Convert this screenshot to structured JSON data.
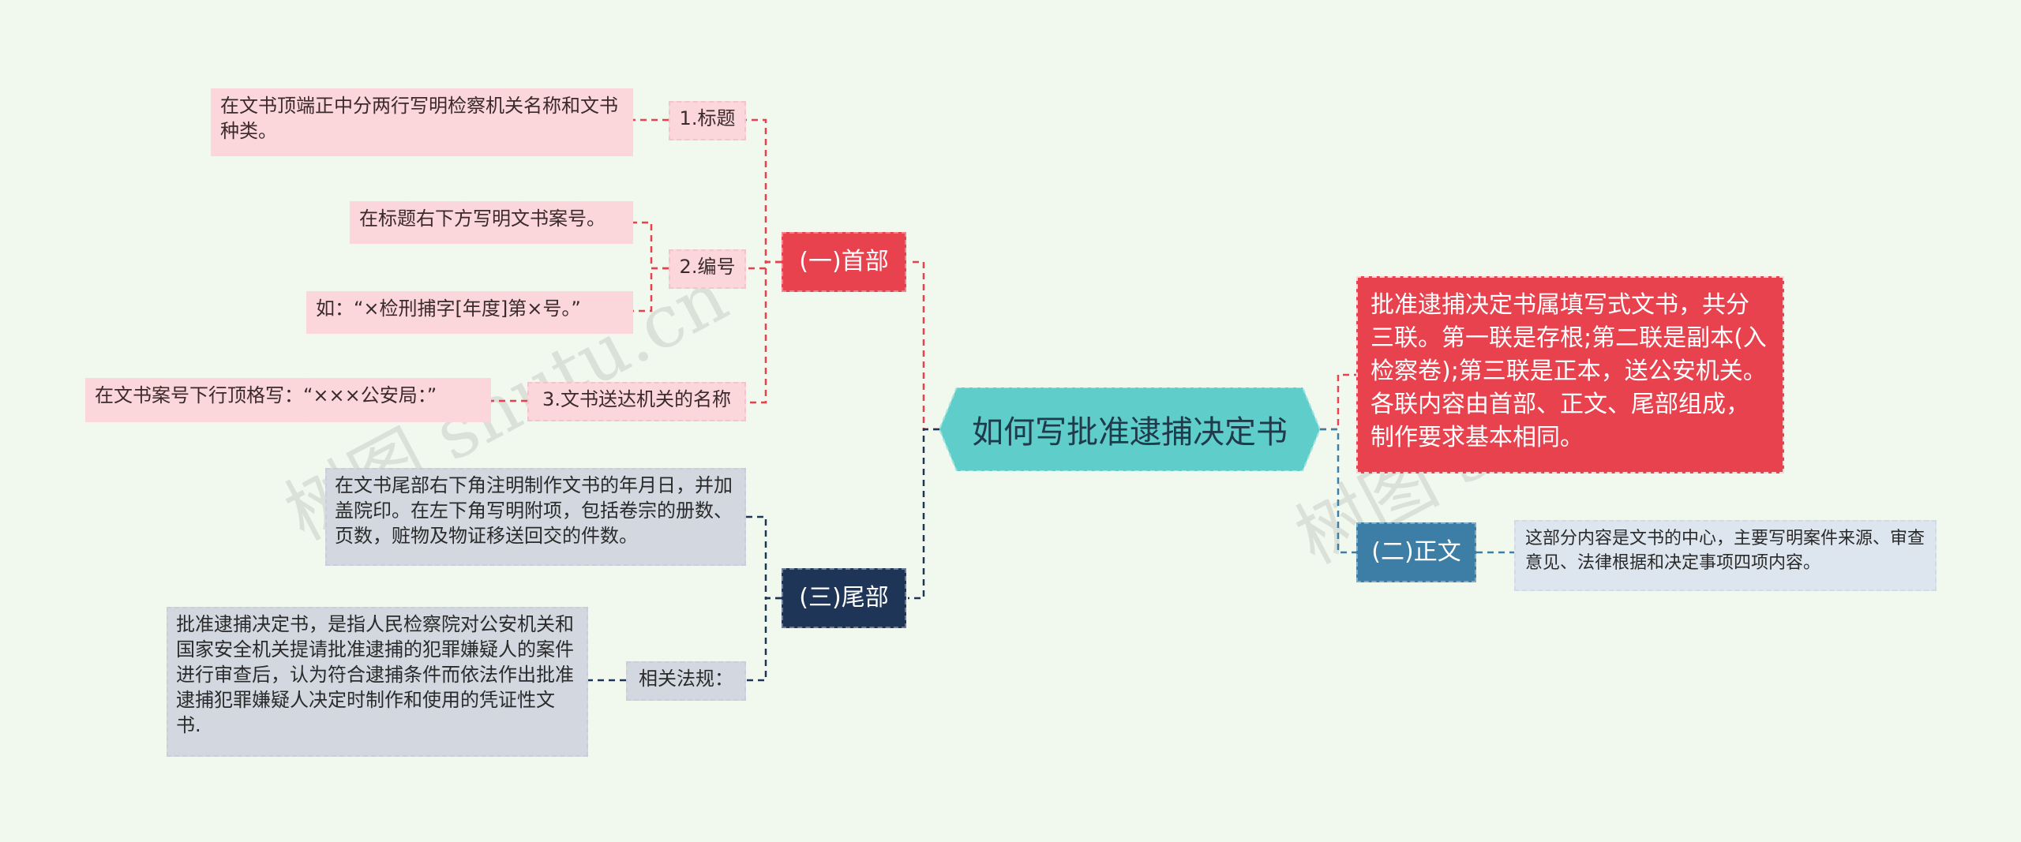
{
  "central": {
    "title": "如何写批准逮捕决定书"
  },
  "branches": {
    "head": {
      "label": "(一)首部",
      "items": {
        "title_label": "1.标题",
        "title_desc": "在文书顶端正中分两行写明检察机关名称和文书种类。",
        "number_label": "2.编号",
        "number_desc1": "在标题右下方写明文书案号。",
        "number_desc2": "如：“×检刑捕字[年度]第×号。”",
        "recipient_label": "3.文书送达机关的名称",
        "recipient_desc": "在文书案号下行顶格写：“×××公安局：”"
      }
    },
    "tail": {
      "label": "(三)尾部",
      "desc": "在文书尾部右下角注明制作文书的年月日，并加盖院印。在左下角写明附项，包括卷宗的册数、页数，赃物及物证移送回交的件数。",
      "regulation_label": "相关法规：",
      "regulation_desc": "批准逮捕决定书，是指人民检察院对公安机关和国家安全机关提请批准逮捕的犯罪嫌疑人的案件进行审查后，认为符合逮捕条件而依法作出批准逮捕犯罪嫌疑人决定时制作和使用的凭证性文书."
    },
    "summary": "批准逮捕决定书属填写式文书，共分三联。第一联是存根;第二联是副本(入检察卷);第三联是正本，送公安机关。各联内容由首部、正文、尾部组成，制作要求基本相同。",
    "body": {
      "label": "(二)正文",
      "desc": "这部分内容是文书的中心，主要写明案件来源、审查意见、法律根据和决定事项四项内容。"
    }
  },
  "watermark": {
    "left": "树图 shutu.cn",
    "right": "树图 shutu.cn"
  },
  "colors": {
    "background": "#f1f8ee",
    "central": "#5fcdc9",
    "red": "#e8424f",
    "navy": "#1e3557",
    "blue": "#3d7ea6",
    "pink": "#fbd6da",
    "grey": "#d3d8e0"
  }
}
